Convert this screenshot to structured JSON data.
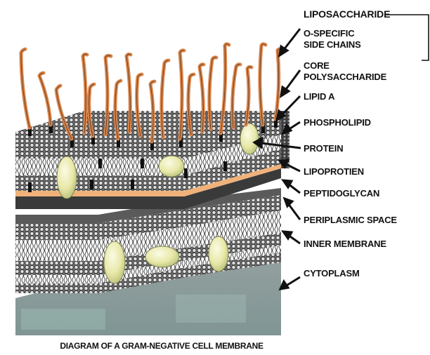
{
  "title": "DIAGRAM OF A GRAM-NEGATIVE CELL MEMBRANE",
  "labels": {
    "liposaccharide": "LIPOSACCHARIDE",
    "o_specific_1": "O-SPECIFIC",
    "o_specific_2": "SIDE CHAINS",
    "core_1": "CORE",
    "core_2": "POLYSACCHARIDE",
    "lipid_a": "LIPID A",
    "phospholipid": "PHOSPHOLIPID",
    "protein": "PROTEIN",
    "lipoprotein": "LIPOPROTIEN",
    "peptidoglycan": "PEPTIDOGLYCAN",
    "periplasmic_space": "PERIPLASMIC SPACE",
    "inner_membrane": "INNER MEMBRANE",
    "cytoplasm": "CYTOPLASM"
  },
  "colors": {
    "lps_chain": "#d9854c",
    "peptidoglycan": "#f0b27a",
    "protein": "#e6e6a6",
    "membrane_dark": "#3a3a3a",
    "cytoplasm": "#8c9a98"
  }
}
